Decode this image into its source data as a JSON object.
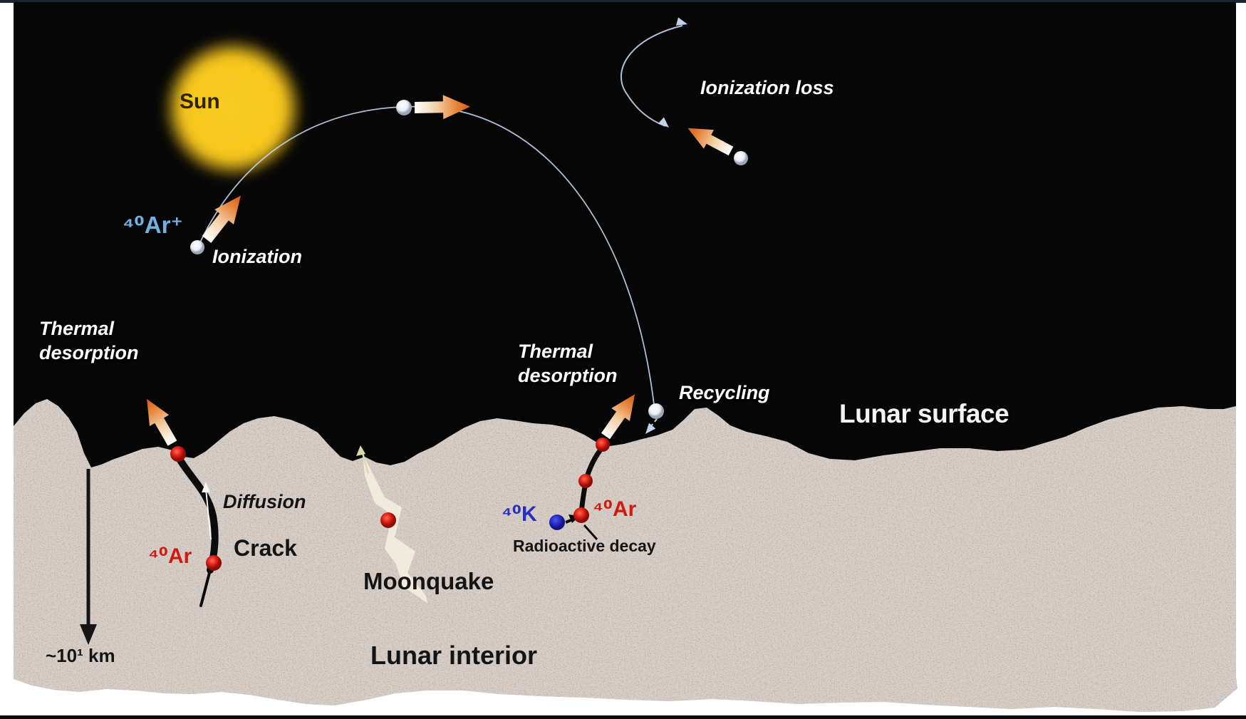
{
  "figure": {
    "title": "Lunar argon cycle diagram",
    "labels": {
      "sun": "Sun",
      "ar_ion": "⁴⁰Ar⁺",
      "ionization": "Ionization",
      "ionization_loss": "Ionization loss",
      "thermal_desorption_line1": "Thermal",
      "thermal_desorption_line2": "desorption",
      "recycling": "Recycling",
      "lunar_surface": "Lunar surface",
      "diffusion": "Diffusion",
      "crack": "Crack",
      "ar40": "⁴⁰Ar",
      "moonquake": "Moonquake",
      "k40": "⁴⁰K",
      "radioactive_decay": "Radioactive decay",
      "lunar_interior": "Lunar interior",
      "depth": "~10¹ km"
    },
    "colors": {
      "sky": "#060606",
      "terrain": "#b3a294",
      "sun": "#f5c51d",
      "arrow_head": "#d4591a",
      "arrow_mid": "#e98a40",
      "arrow_tail": "#ffffff",
      "red_particle": "#dd1d17",
      "blue_particle": "#2328c4",
      "white_particle": "#e8edf4",
      "arc": "#c2d4ea",
      "label_white": "#ffffff",
      "label_black": "#141414",
      "ar_ion_blue": "#74b2dd",
      "k40_blue": "#2a2ebe",
      "ar40_red": "#d01910",
      "bolt": "#f0ebdd",
      "crack_black": "#0b0b0b"
    }
  }
}
